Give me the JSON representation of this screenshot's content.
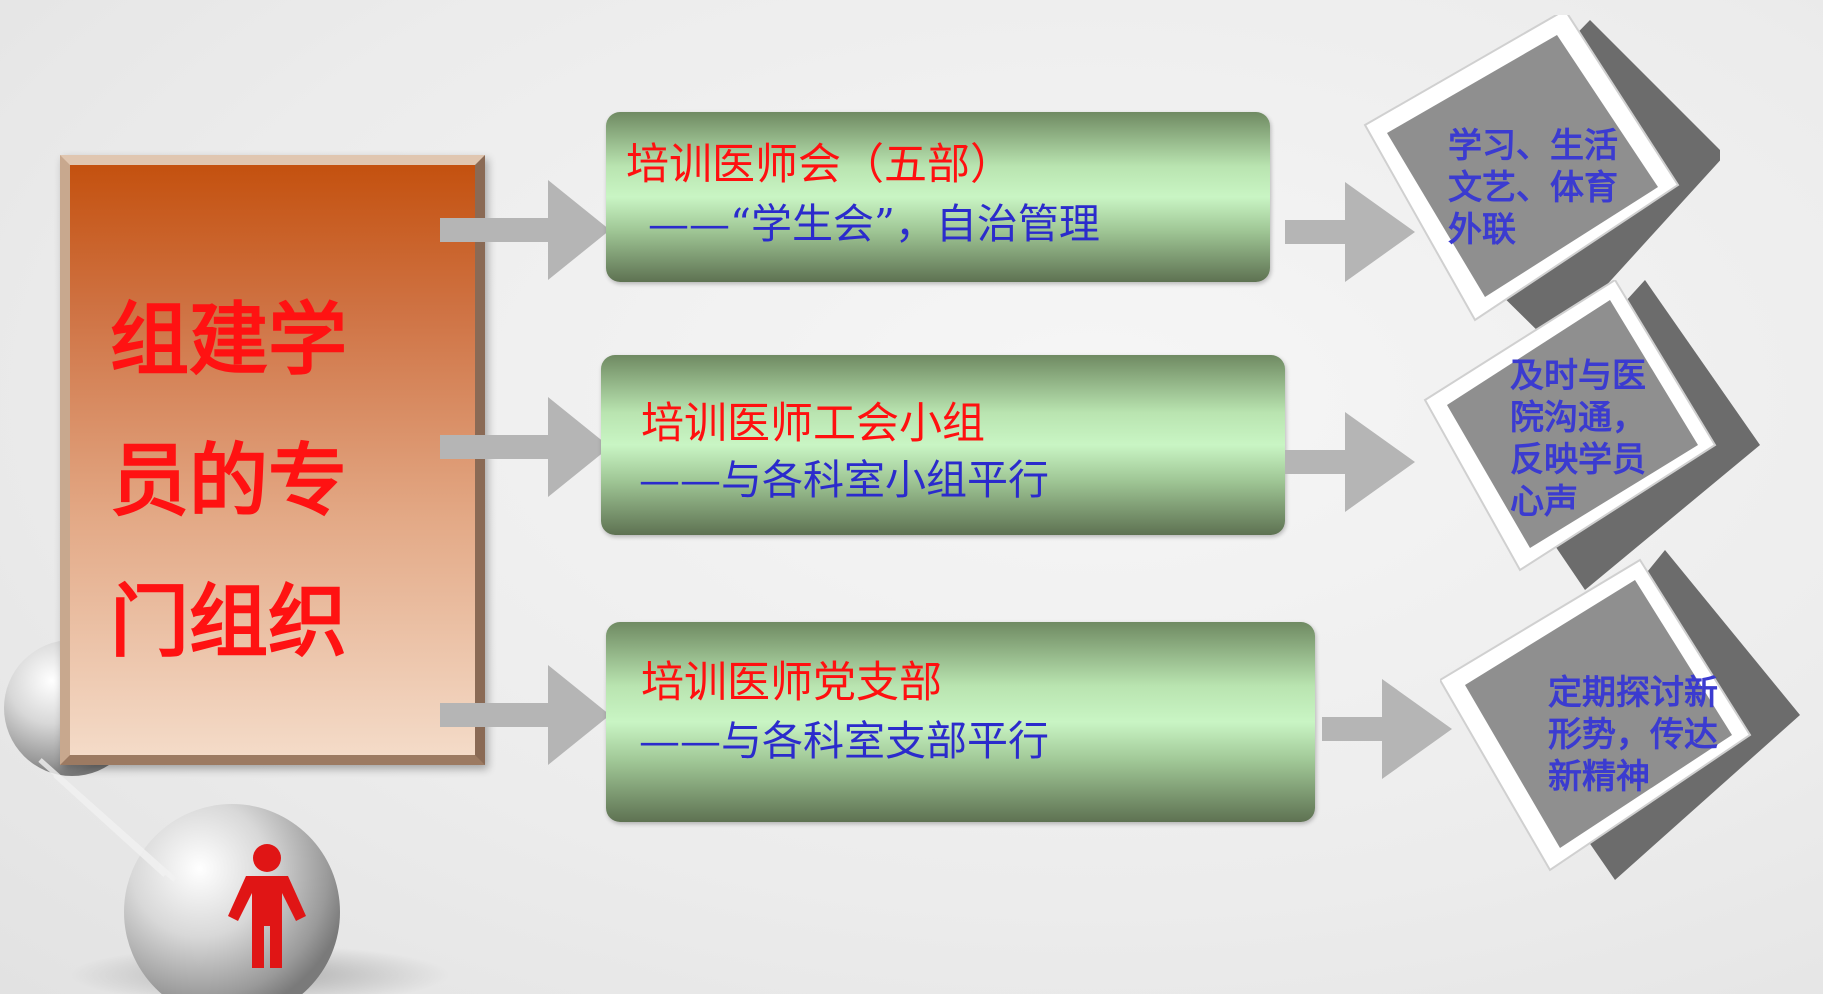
{
  "main_box": {
    "title": "组建学员的专门组织"
  },
  "organizations": [
    {
      "title": "培训医师会（五部）",
      "subtitle": "——“学生会”，自治管理",
      "note_lines": [
        "学习、生活",
        "文艺、体育",
        "外联"
      ]
    },
    {
      "title": "培训医师工会小组",
      "subtitle": "——与各科室小组平行",
      "note_lines": [
        "及时与医",
        "院沟通，",
        "反映学员",
        "心声"
      ]
    },
    {
      "title": "培训医师党支部",
      "subtitle": "——与各科室支部平行",
      "note_lines": [
        "定期探讨新",
        "形势，传达",
        "新精神"
      ]
    }
  ],
  "colors": {
    "title_red": "#ff1212",
    "subtitle_blue": "#2b2bcc",
    "note_blue": "#3b3bd0",
    "arrow_gray": "#b5b5b5",
    "box_green": "#c9f5c4",
    "main_box_orange": "#c4510f"
  },
  "icons": [
    "person-icon"
  ]
}
